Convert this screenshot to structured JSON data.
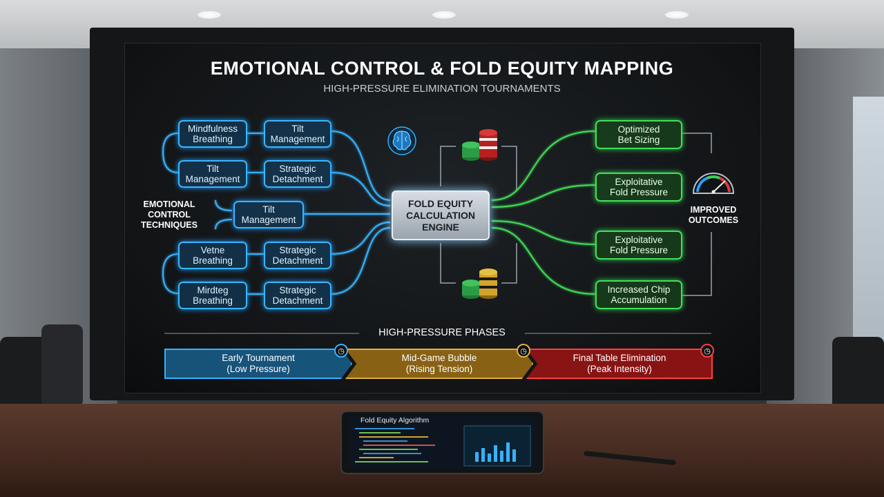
{
  "diagram": {
    "title": "EMOTIONAL CONTROL & FOLD EQUITY MAPPING",
    "subtitle": "HIGH-PRESSURE ELIMINATION TOURNAMENTS",
    "left_label": "EMOTIONAL\nCONTROL\nTECHNIQUES",
    "left_boxes": [
      {
        "label": "Mindfulness\nBreathing"
      },
      {
        "label": "Tilt\nManagement"
      },
      {
        "label": "Tilt\nManagement"
      },
      {
        "label": "Strategic\nDetachment"
      },
      {
        "label": "Tilt\nManagement"
      },
      {
        "label": "Vetne\nBreathing"
      },
      {
        "label": "Strategic\nDetachment"
      },
      {
        "label": "Mirdteg\nBreathing"
      },
      {
        "label": "Strategic\nDetachment"
      }
    ],
    "engine_label": "FOLD EQUITY\nCALCULATION\nENGINE",
    "right_boxes": [
      {
        "label": "Optimized\nBet Sizing"
      },
      {
        "label": "Exploitative\nFold Pressure"
      },
      {
        "label": "Exploitative\nFold Pressure"
      },
      {
        "label": "Increased Chip\nAccumulation"
      }
    ],
    "right_label": "IMPROVED\nOUTCOMES",
    "phases_title": "HIGH-PRESSURE PHASES",
    "phases": [
      {
        "label": "Early Tournament\n(Low Pressure)",
        "color": "#1f7fb8"
      },
      {
        "label": "Mid-Game Bubble\n(Rising Tension)",
        "color": "#b5861d"
      },
      {
        "label": "Final Table Elimination\n(Peak Intensity)",
        "color": "#b01c1c"
      }
    ],
    "colors": {
      "blue": "#39b7ff",
      "green": "#43e05a",
      "engine": "#d7dde3"
    },
    "icons": [
      "brain-icon",
      "poker-chips-icon",
      "gauge-icon",
      "clock-icon"
    ]
  },
  "tablet": {
    "title": "Fold Equity Algorithm"
  }
}
